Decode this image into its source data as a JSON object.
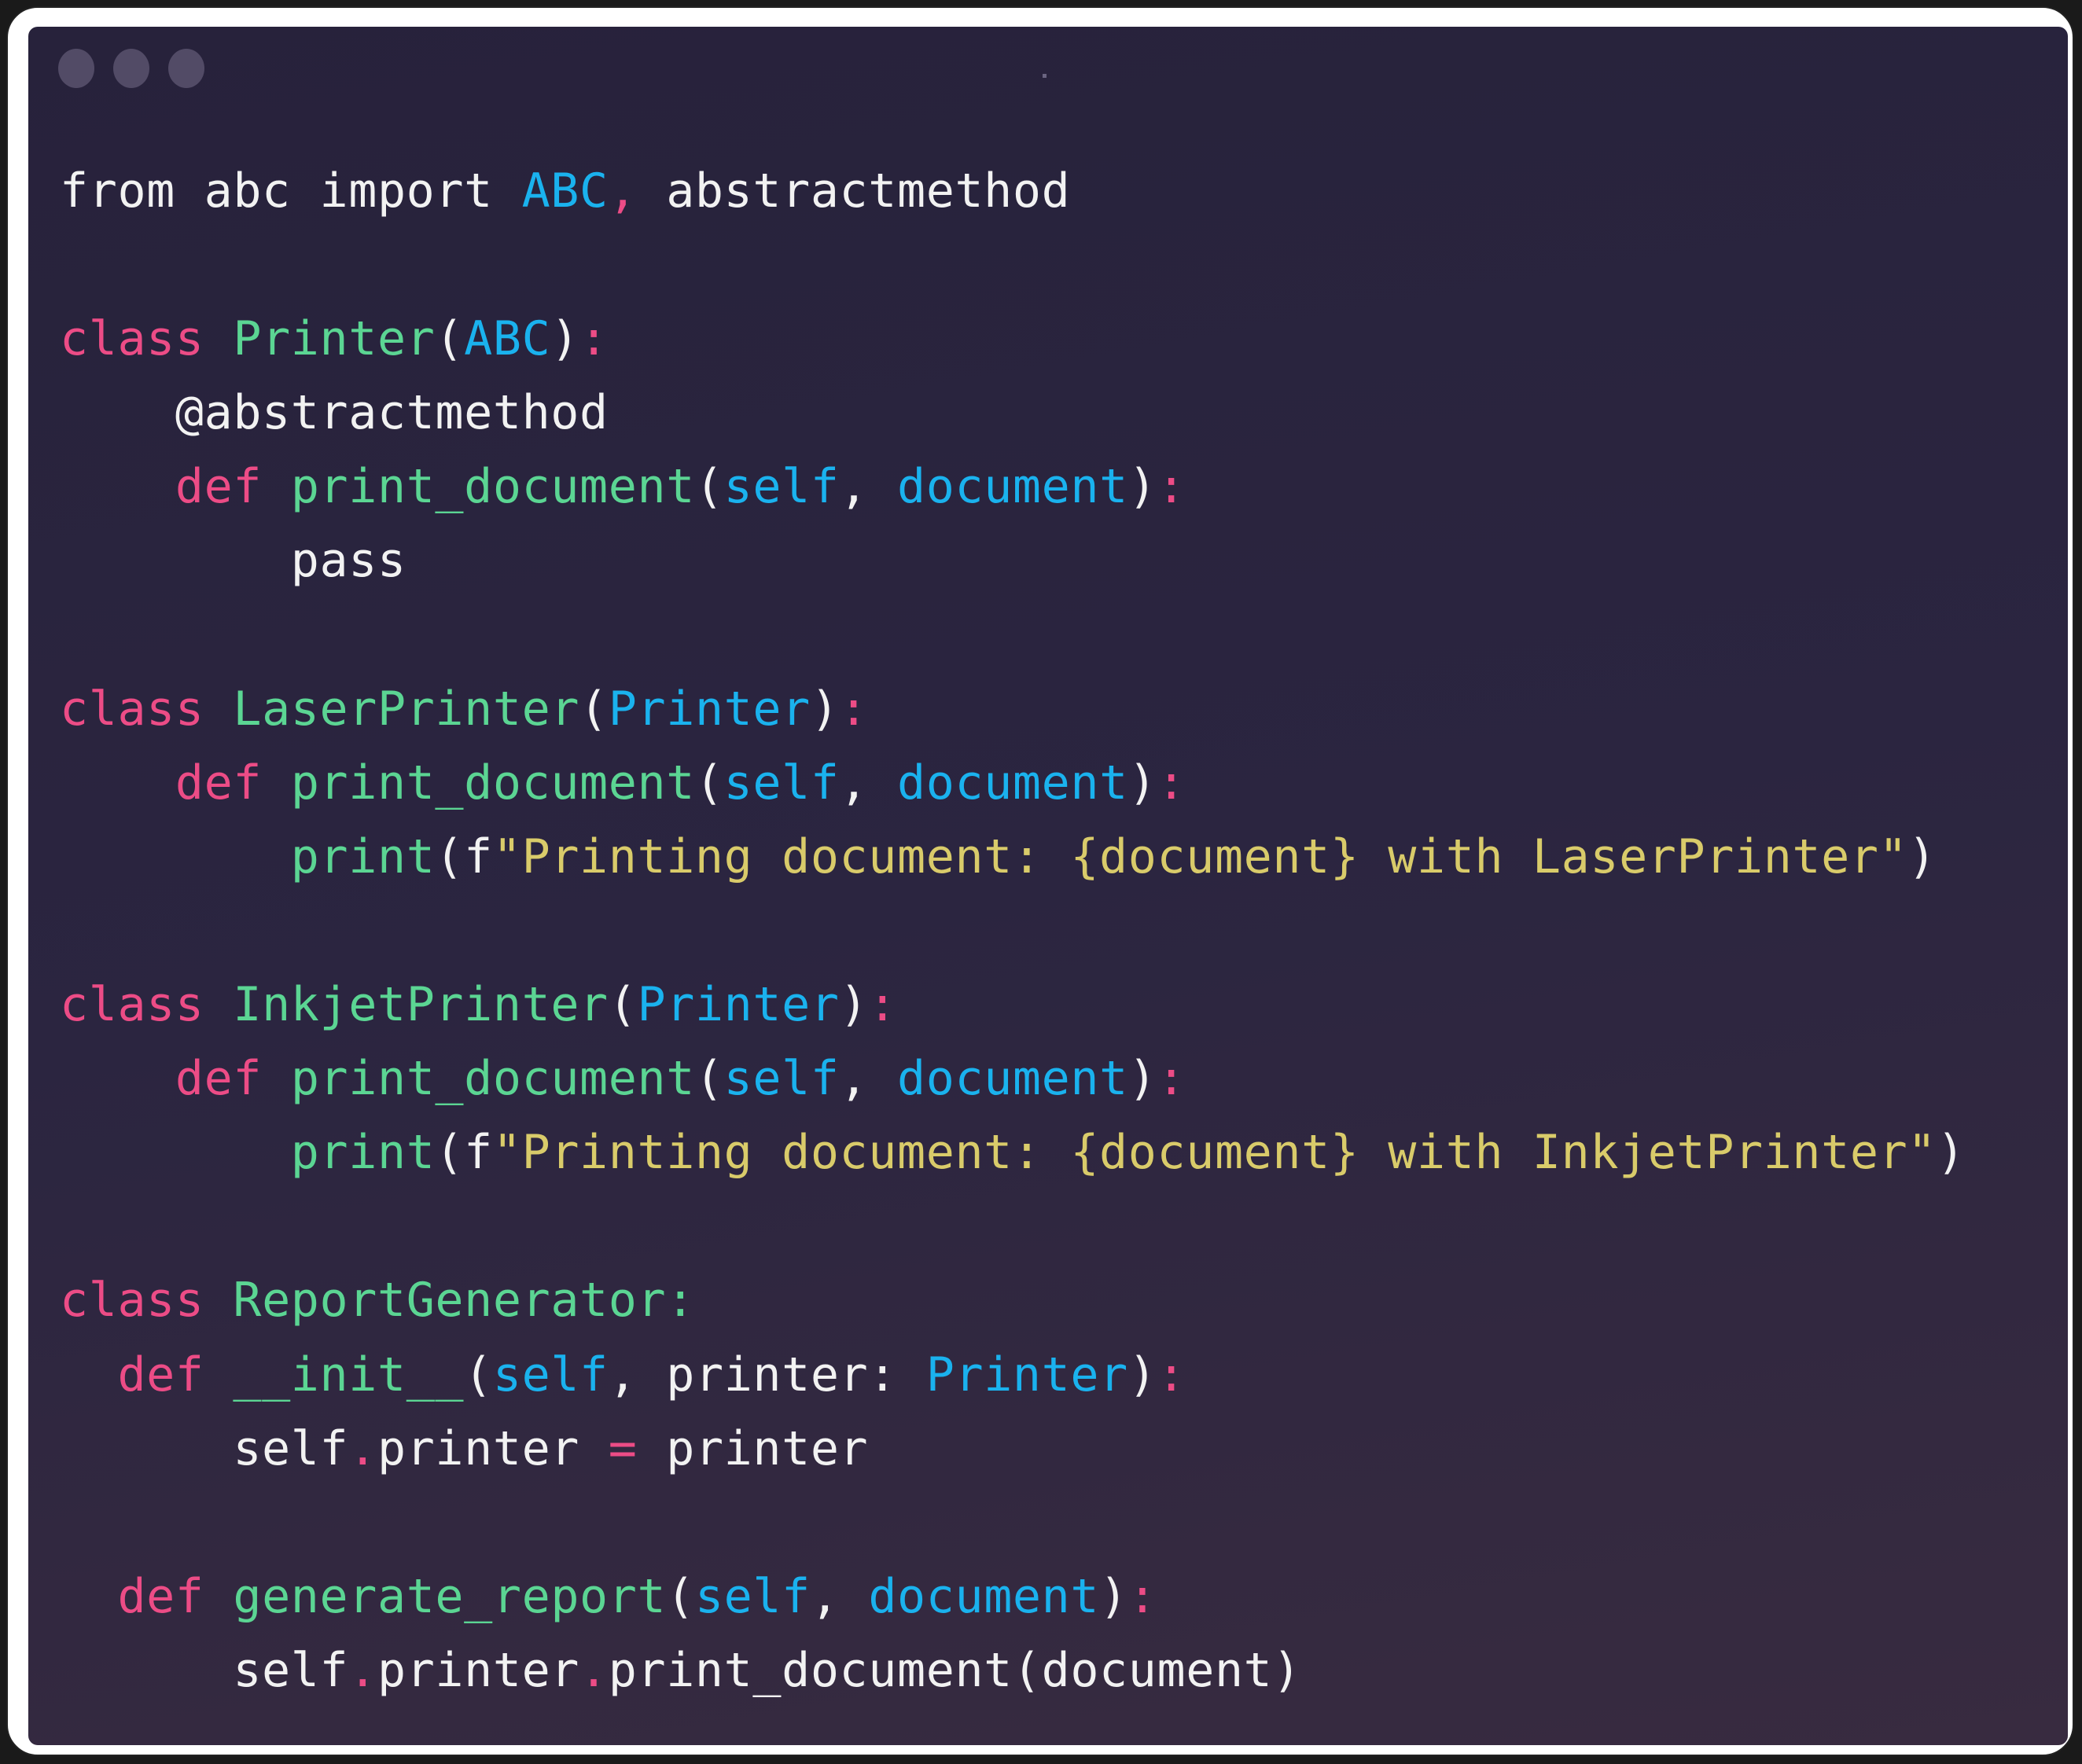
{
  "window": {
    "title": "",
    "controls": [
      "close",
      "minimize",
      "maximize"
    ]
  },
  "colors": {
    "background": "#2b2540",
    "keyword": "#ec4c86",
    "class_name": "#5bd593",
    "type_param": "#1ab2ee",
    "string": "#d9cb6a",
    "text": "#f2f2f2"
  },
  "code": {
    "language": "python",
    "lines": [
      [
        [
          "tx",
          "from abc import "
        ],
        [
          "ty",
          "ABC"
        ],
        [
          "pu",
          ","
        ],
        [
          "tx",
          " abstractmethod"
        ]
      ],
      [],
      [
        [
          "kw",
          "class"
        ],
        [
          "tx",
          " "
        ],
        [
          "cls",
          "Printer"
        ],
        [
          "tx",
          "("
        ],
        [
          "ty",
          "ABC"
        ],
        [
          "tx",
          ")"
        ],
        [
          "pu",
          ":"
        ]
      ],
      [
        [
          "tx",
          "    @abstractmethod"
        ]
      ],
      [
        [
          "tx",
          "    "
        ],
        [
          "kw",
          "def"
        ],
        [
          "tx",
          " "
        ],
        [
          "fn",
          "print_document"
        ],
        [
          "tx",
          "("
        ],
        [
          "pm",
          "self"
        ],
        [
          "tx",
          ", "
        ],
        [
          "pm",
          "document"
        ],
        [
          "tx",
          ")"
        ],
        [
          "pu",
          ":"
        ]
      ],
      [
        [
          "tx",
          "        pass"
        ]
      ],
      [],
      [
        [
          "kw",
          "class"
        ],
        [
          "tx",
          " "
        ],
        [
          "cls",
          "LaserPrinter"
        ],
        [
          "tx",
          "("
        ],
        [
          "ty",
          "Printer"
        ],
        [
          "tx",
          ")"
        ],
        [
          "pu",
          ":"
        ]
      ],
      [
        [
          "tx",
          "    "
        ],
        [
          "kw",
          "def"
        ],
        [
          "tx",
          " "
        ],
        [
          "fn",
          "print_document"
        ],
        [
          "tx",
          "("
        ],
        [
          "pm",
          "self"
        ],
        [
          "tx",
          ", "
        ],
        [
          "pm",
          "document"
        ],
        [
          "tx",
          ")"
        ],
        [
          "pu",
          ":"
        ]
      ],
      [
        [
          "tx",
          "        "
        ],
        [
          "fn",
          "print"
        ],
        [
          "tx",
          "(f"
        ],
        [
          "st",
          "\"Printing document: {document} with LaserPrinter\""
        ],
        [
          "tx",
          ")"
        ]
      ],
      [],
      [
        [
          "kw",
          "class"
        ],
        [
          "tx",
          " "
        ],
        [
          "cls",
          "InkjetPrinter"
        ],
        [
          "tx",
          "("
        ],
        [
          "ty",
          "Printer"
        ],
        [
          "tx",
          ")"
        ],
        [
          "pu",
          ":"
        ]
      ],
      [
        [
          "tx",
          "    "
        ],
        [
          "kw",
          "def"
        ],
        [
          "tx",
          " "
        ],
        [
          "fn",
          "print_document"
        ],
        [
          "tx",
          "("
        ],
        [
          "pm",
          "self"
        ],
        [
          "tx",
          ", "
        ],
        [
          "pm",
          "document"
        ],
        [
          "tx",
          ")"
        ],
        [
          "pu",
          ":"
        ]
      ],
      [
        [
          "tx",
          "        "
        ],
        [
          "fn",
          "print"
        ],
        [
          "tx",
          "(f"
        ],
        [
          "st",
          "\"Printing document: {document} with InkjetPrinter\""
        ],
        [
          "tx",
          ")"
        ]
      ],
      [],
      [
        [
          "kw",
          "class"
        ],
        [
          "tx",
          " "
        ],
        [
          "cls",
          "ReportGenerator:"
        ]
      ],
      [
        [
          "tx",
          "  "
        ],
        [
          "kw",
          "def"
        ],
        [
          "tx",
          " "
        ],
        [
          "fn",
          "__init__"
        ],
        [
          "tx",
          "("
        ],
        [
          "pm",
          "self"
        ],
        [
          "tx",
          ", printer: "
        ],
        [
          "ty",
          "Printer"
        ],
        [
          "tx",
          ")"
        ],
        [
          "pu",
          ":"
        ]
      ],
      [
        [
          "tx",
          "      self"
        ],
        [
          "pu",
          "."
        ],
        [
          "tx",
          "printer "
        ],
        [
          "pu",
          "="
        ],
        [
          "tx",
          " printer"
        ]
      ],
      [],
      [
        [
          "tx",
          "  "
        ],
        [
          "kw",
          "def"
        ],
        [
          "tx",
          " "
        ],
        [
          "fn",
          "generate_report"
        ],
        [
          "tx",
          "("
        ],
        [
          "pm",
          "self"
        ],
        [
          "tx",
          ", "
        ],
        [
          "pm",
          "document"
        ],
        [
          "tx",
          ")"
        ],
        [
          "pu",
          ":"
        ]
      ],
      [
        [
          "tx",
          "      self"
        ],
        [
          "pu",
          "."
        ],
        [
          "tx",
          "printer"
        ],
        [
          "pu",
          "."
        ],
        [
          "tx",
          "print_document(document)"
        ]
      ]
    ]
  }
}
